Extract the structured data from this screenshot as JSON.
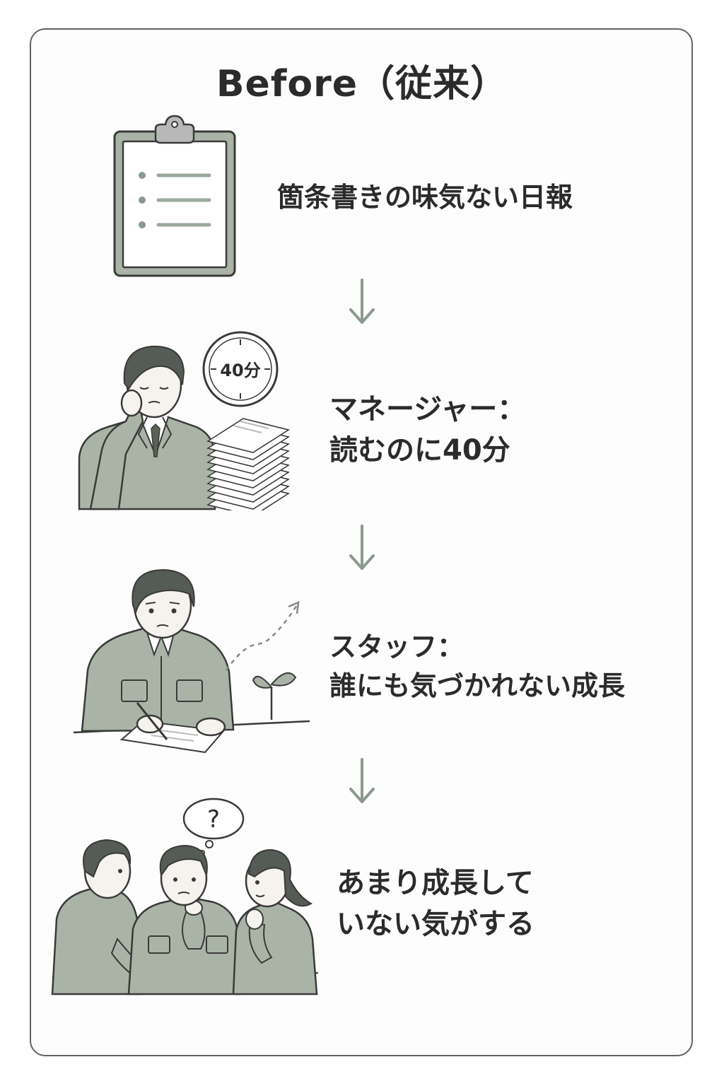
{
  "title": "Before（従来）",
  "steps": [
    {
      "lines": [
        "箇条書きの味気ない日報"
      ],
      "icon": "clipboard-icon"
    },
    {
      "lines": [
        "マネージャー：",
        "読むのに40分"
      ],
      "icon": "tired-manager-icon",
      "clock_label": "40分"
    },
    {
      "lines": [
        "スタッフ：",
        "誰にも気づかれない成長"
      ],
      "icon": "staff-writing-icon"
    },
    {
      "lines": [
        "あまり成長して",
        "いない気がする"
      ],
      "icon": "confused-team-icon",
      "bubble_label": "?"
    }
  ],
  "colors": {
    "border": "#5f6368",
    "figure_fill": "#a9b4a6",
    "line": "#3a3a3a",
    "arrow": "#8a9a8c",
    "accent": "#9aa99c"
  }
}
